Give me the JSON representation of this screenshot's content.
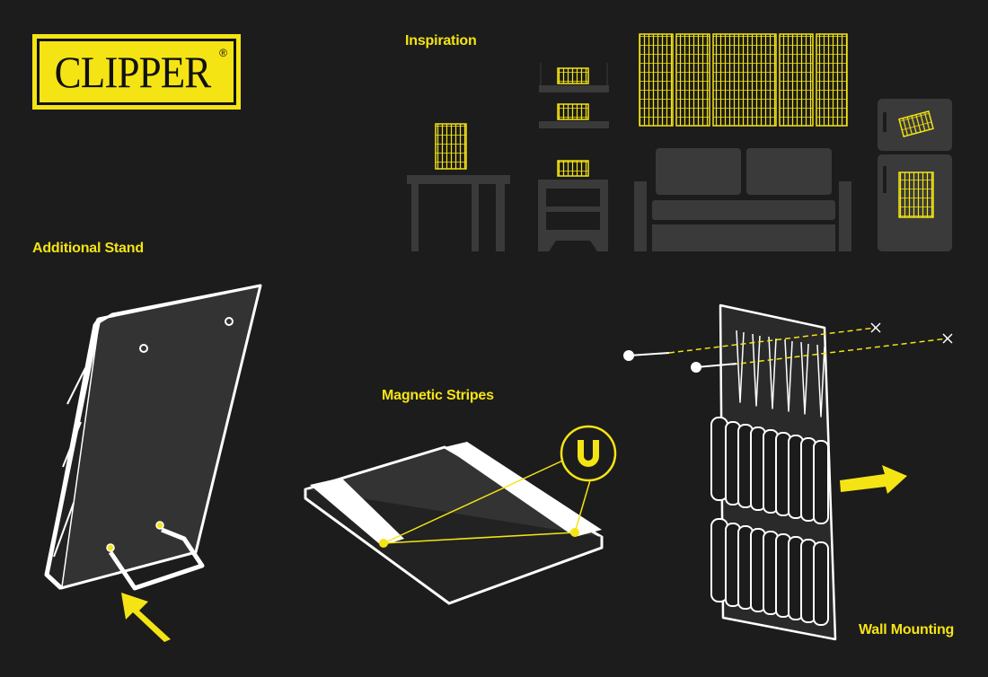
{
  "brand": {
    "logo_text": "CLIPPER",
    "registered": "®"
  },
  "sections": {
    "inspiration": "Inspiration",
    "additional_stand": "Additional Stand",
    "magnetic_stripes": "Magnetic Stripes",
    "wall_mounting": "Wall Mounting"
  },
  "colors": {
    "background": "#1c1c1c",
    "accent": "#f5e414",
    "furniture": "#3a3a3a",
    "line": "#ffffff"
  }
}
